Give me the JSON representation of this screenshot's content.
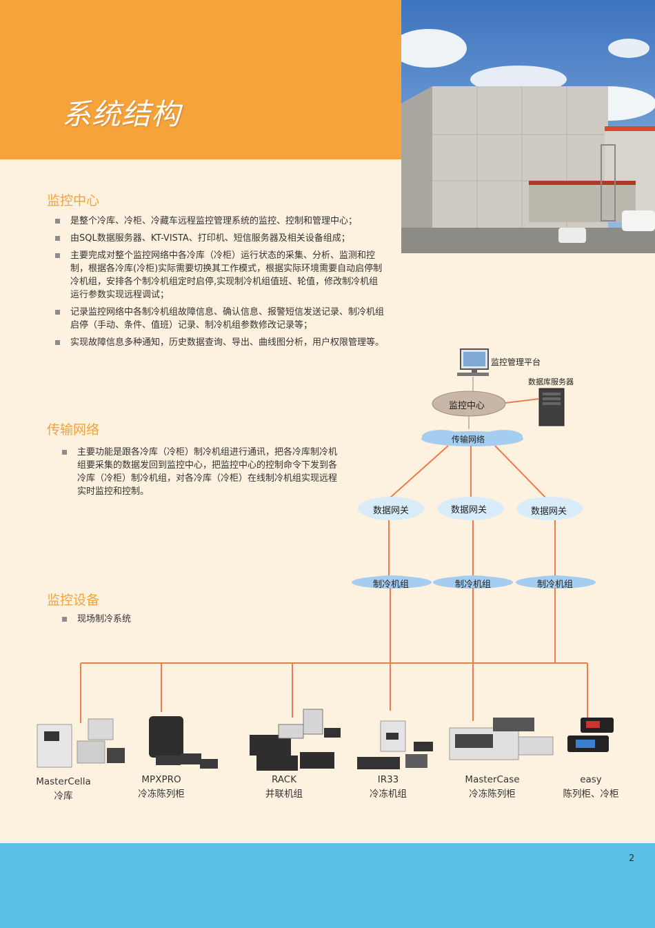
{
  "header": {
    "title": "系统结构"
  },
  "sections": {
    "monitor_center": {
      "heading": "监控中心",
      "items": [
        "是整个冷库、冷柜、冷藏车远程监控管理系统的监控、控制和管理中心；",
        "由SQL数据服务器、KT-VISTA、打印机、短信服务器及相关设备组成；",
        "主要完成对整个监控网络中各冷库（冷柜）运行状态的采集、分析、监测和控制，根据各冷库(冷柜)实际需要切换其工作模式，根据实际环境需要自动启停制冷机组，安排各个制冷机组定时启停,实现制冷机组值班、轮值，修改制冷机组运行参数实现远程调试；",
        "记录监控网络中各制冷机组故障信息、确认信息、报警短信发送记录、制冷机组启停（手动、条件、值班）记录、制冷机组参数修改记录等；",
        "实现故障信息多种通知，历史数据查询、导出、曲线图分析，用户权限管理等。"
      ]
    },
    "network": {
      "heading": "传输网络",
      "items": [
        "主要功能是跟各冷库（冷柜）制冷机组进行通讯，把各冷库制冷机组要采集的数据发回到监控中心，把监控中心的控制命令下发到各冷库（冷柜）制冷机组，对各冷库（冷柜）在线制冷机组实现远程实时监控和控制。"
      ]
    },
    "devices": {
      "heading": "监控设备",
      "items": [
        "现场制冷系统"
      ]
    }
  },
  "diagram": {
    "platform": "监控管理平台",
    "db_server": "数据库服务器",
    "center": "监控中心",
    "network": "传输网络",
    "gateways": [
      "数据网关",
      "数据网关",
      "数据网关"
    ],
    "units": [
      "制冷机组",
      "制冷机组",
      "制冷机组"
    ]
  },
  "products": [
    {
      "name": "MasterCella",
      "desc": "冷库"
    },
    {
      "name": "MPXPRO",
      "desc": "冷冻陈列柜"
    },
    {
      "name": "RACK",
      "desc": "并联机组"
    },
    {
      "name": "IR33",
      "desc": "冷冻机组"
    },
    {
      "name": "MasterCase",
      "desc": "冷冻陈列柜"
    },
    {
      "name": "easy",
      "desc": "陈列柜、冷柜"
    }
  ],
  "colors": {
    "header": "#f6a43a",
    "background": "#fdf1df",
    "footer": "#5bbfe8",
    "line": "#ee7a4e"
  },
  "page_number": "2"
}
